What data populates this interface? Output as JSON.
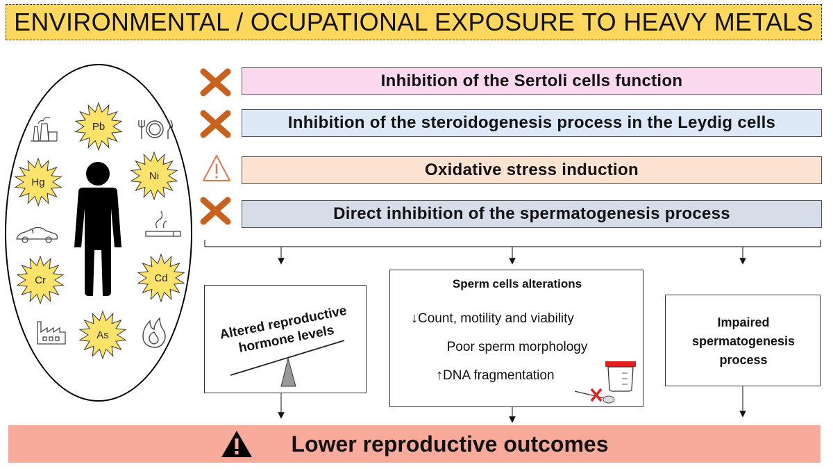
{
  "title": "ENVIRONMENTAL / OCUPATIONAL EXPOSURE TO HEAVY METALS",
  "metals": {
    "pb": "Pb",
    "hg": "Hg",
    "ni": "Ni",
    "cr": "Cr",
    "cd": "Cd",
    "as": "As"
  },
  "effects": [
    {
      "label": "Inhibition of the Sertoli cells function",
      "color": "#fad9ee",
      "marker": "x-mark-icon"
    },
    {
      "label": "Inhibition of the steroidogenesis process in the Leydig cells",
      "color": "#dde9f6",
      "marker": "x-mark-icon"
    },
    {
      "label": "Oxidative stress induction",
      "color": "#fbe2d1",
      "marker": "warning-outline-icon"
    },
    {
      "label": "Direct inhibition of the spermatogenesis process",
      "color": "#d7dde8",
      "marker": "x-mark-icon"
    }
  ],
  "outcomes": {
    "hormones": {
      "line1": "Altered reproductive",
      "line2": "hormone levels"
    },
    "sperm": {
      "title": "Sperm cells alterations",
      "item1": "Count, motility and viability",
      "item2": "Poor sperm morphology",
      "item3": "DNA fragmentation"
    },
    "spermatogenesis": {
      "line1": "Impaired",
      "line2": "spermatogenesis",
      "line3": "process"
    }
  },
  "bottom": "Lower reproductive outcomes",
  "colors": {
    "title_bg": "#fdd85d",
    "bottom_bg": "#f8ab9a",
    "x_mark": "#c8601e",
    "burst": "#fde36a",
    "cup_lid": "#e01e1e",
    "red_x": "#e01e1e"
  }
}
